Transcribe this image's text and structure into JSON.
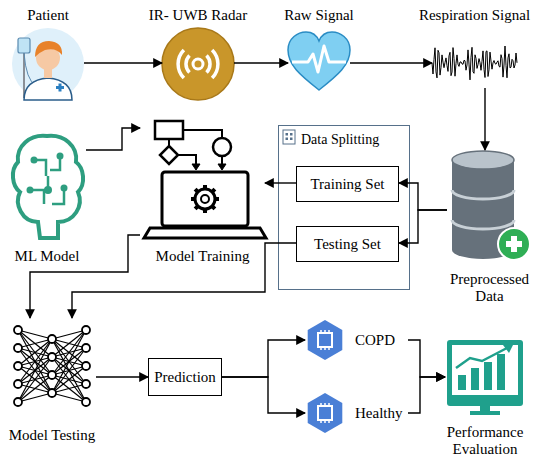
{
  "diagram": {
    "nodes": [
      {
        "text": [
          "Patient"
        ]
      },
      {
        "text": [
          "IR- UWB Radar"
        ]
      },
      {
        "text": [
          "Raw Signal"
        ]
      },
      {
        "text": [
          "Respiration Signal"
        ]
      },
      {
        "text": [
          "ML Model"
        ]
      },
      {
        "text": [
          "Model Training"
        ]
      },
      {
        "text": [
          "Data Splitting"
        ]
      },
      {
        "text": [
          "Training Set"
        ],
        "in": 6
      },
      {
        "text": [
          "Testing Set"
        ],
        "in": 6
      },
      {
        "text": [
          "Preprocessed Data"
        ]
      },
      {
        "text": [
          "Model Testing"
        ]
      },
      {
        "text": [
          "Prediction"
        ]
      },
      {
        "text": [
          "COPD"
        ]
      },
      {
        "text": [
          "Healthy"
        ]
      },
      {
        "text": [
          "Performance Evaluation"
        ]
      }
    ],
    "edges": [
      {
        "from": 0,
        "to": 1,
        "arrow": "to"
      },
      {
        "from": 1,
        "to": 2,
        "arrow": "to"
      },
      {
        "from": 2,
        "to": 3,
        "arrow": "to"
      },
      {
        "from": 3,
        "to": 9,
        "arrow": "to"
      },
      {
        "from": 9,
        "to": 7,
        "arrow": "to"
      },
      {
        "from": 9,
        "to": 8,
        "arrow": "to"
      },
      {
        "from": 7,
        "to": 5,
        "arrow": "to"
      },
      {
        "from": 4,
        "to": 5,
        "arrow": "to"
      },
      {
        "from": 5,
        "to": 10,
        "arrow": "to"
      },
      {
        "from": 8,
        "to": 10,
        "arrow": "to"
      },
      {
        "from": 10,
        "to": 11,
        "arrow": "to"
      },
      {
        "from": 11,
        "to": 12,
        "arrow": "to"
      },
      {
        "from": 11,
        "to": 13,
        "arrow": "to"
      },
      {
        "from": 12,
        "to": 14,
        "arrow": "to"
      },
      {
        "from": 13,
        "to": 14,
        "arrow": "to"
      }
    ]
  }
}
